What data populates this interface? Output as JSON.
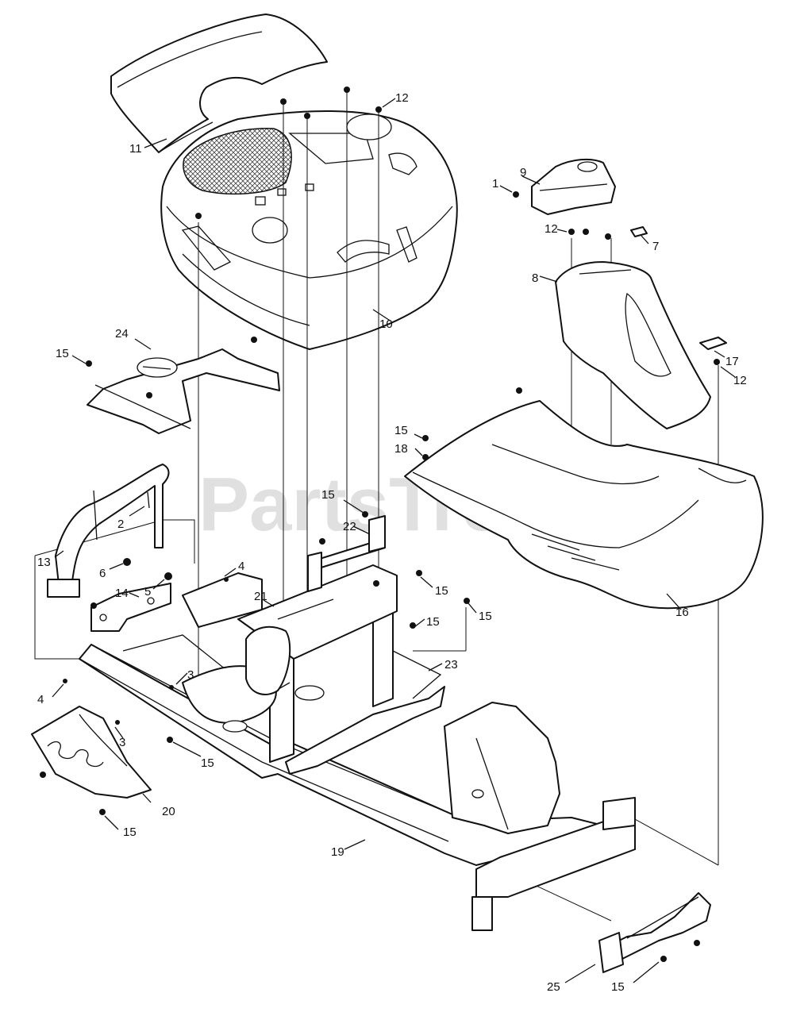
{
  "watermark": "PartsTree",
  "callouts": {
    "c1": "1",
    "c2": "2",
    "c3a": "3",
    "c3b": "3",
    "c4a": "4",
    "c4b": "4",
    "c5": "5",
    "c6": "6",
    "c7": "7",
    "c8": "8",
    "c9": "9",
    "c10": "10",
    "c11": "11",
    "c12a": "12",
    "c12b": "12",
    "c12c": "12",
    "c13": "13",
    "c14": "14",
    "c15a": "15",
    "c15b": "15",
    "c15c": "15",
    "c15d": "15",
    "c15e": "15",
    "c15f": "15",
    "c15g": "15",
    "c15h": "15",
    "c15i": "15",
    "c16": "16",
    "c17": "17",
    "c18": "18",
    "c19": "19",
    "c20": "20",
    "c21": "21",
    "c22": "22",
    "c23": "23",
    "c24": "24",
    "c25": "25"
  }
}
